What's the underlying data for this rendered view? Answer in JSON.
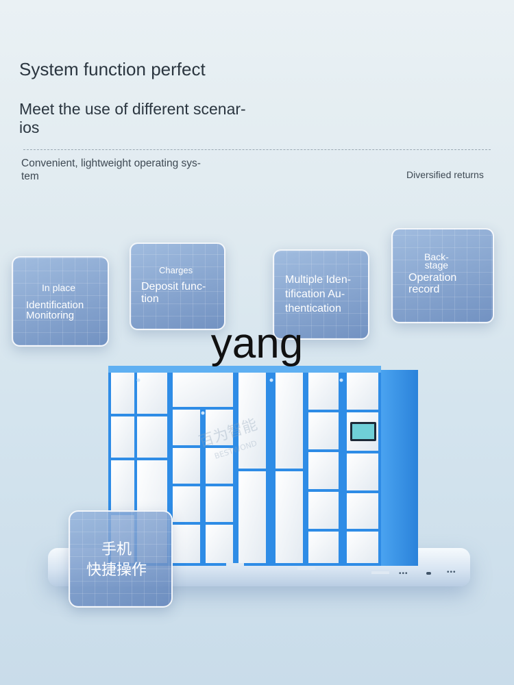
{
  "header": {
    "title": "System function perfect",
    "subtitle": "Meet the use of different scenar-\nios",
    "left_caption": "Convenient, lightweight operating sys-\ntem",
    "right_caption": "Diversified returns"
  },
  "cards": [
    {
      "small": "In place",
      "main": "Identification\nMonitoring"
    },
    {
      "small": "Charges",
      "main": "Deposit func-\ntion"
    },
    {
      "main": "Multiple Iden-\ntification Au-\nthentication"
    },
    {
      "small": "Back-\nstage",
      "main": "Operation\nrecord"
    },
    {
      "main": "手机\n快捷操作"
    }
  ],
  "watermark": "yang",
  "brand_watermark": {
    "cn": "百为智能",
    "en": "BESTWOND"
  },
  "colors": {
    "locker_blue": "#2e8ce6",
    "door_white": "#f3f6f9",
    "text_dark": "#2b3640"
  }
}
